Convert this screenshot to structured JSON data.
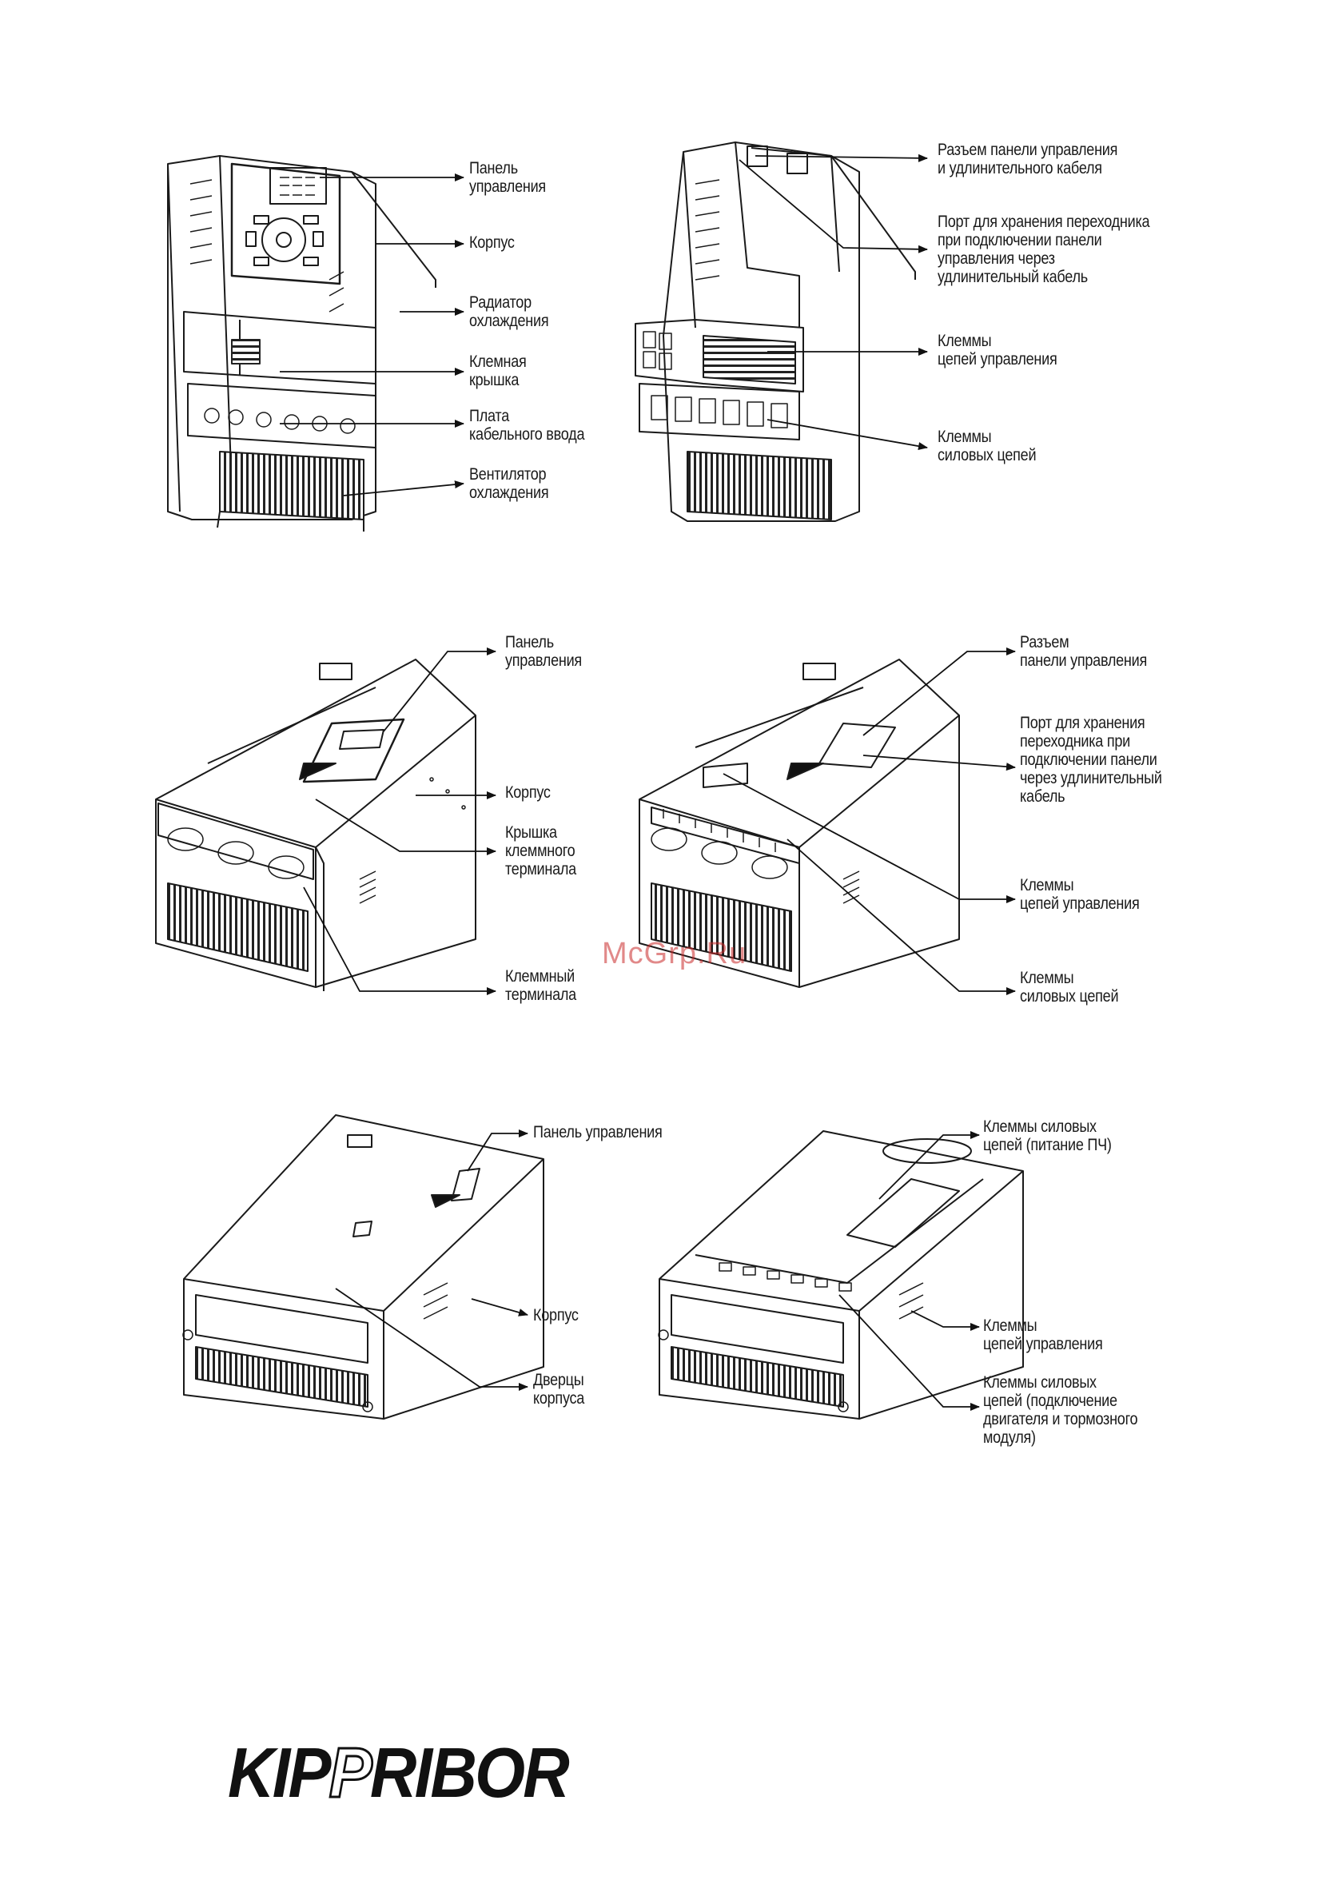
{
  "figures": [
    {
      "id": "fig1",
      "labels": [
        [
          "Панель",
          "управления"
        ],
        [
          "Корпус"
        ],
        [
          "Радиатор",
          "охлаждения"
        ],
        [
          "Клемная",
          "крышка"
        ],
        [
          "Плата",
          "кабельного ввода"
        ],
        [
          "Вентилятор",
          "охлаждения"
        ]
      ]
    },
    {
      "id": "fig2",
      "labels": [
        [
          "Разъем панели управления",
          "и удлинительного кабеля"
        ],
        [
          "Порт для хранения переходника",
          "при подключении панели",
          "управления через",
          "удлинительный кабель"
        ],
        [
          "Клеммы",
          "цепей управления"
        ],
        [
          "Клеммы",
          "силовых цепей"
        ]
      ]
    },
    {
      "id": "fig3",
      "labels": [
        [
          "Панель",
          "управления"
        ],
        [
          "Корпус"
        ],
        [
          "Крышка",
          "клеммного",
          "терминала"
        ],
        [
          "Клеммный",
          "терминала"
        ]
      ]
    },
    {
      "id": "fig4",
      "labels": [
        [
          "Разъем",
          "панели управления"
        ],
        [
          "Порт для хранения",
          "переходника при",
          "подключении панели",
          "через удлинительный",
          "кабель"
        ],
        [
          "Клеммы",
          "цепей управления"
        ],
        [
          "Клеммы",
          "силовых цепей"
        ]
      ]
    },
    {
      "id": "fig5",
      "labels": [
        [
          "Панель управления"
        ],
        [
          "Корпус"
        ],
        [
          "Дверцы",
          "корпуса"
        ]
      ]
    },
    {
      "id": "fig6",
      "labels": [
        [
          "Клеммы силовых",
          "цепей (питание ПЧ)"
        ],
        [
          "Клеммы",
          "цепей управления"
        ],
        [
          "Клеммы силовых",
          "цепей (подключение",
          "двигателя и тормозного",
          "модуля)"
        ]
      ]
    }
  ],
  "watermark": "McGrp.Ru",
  "brand": {
    "logo_text_a": "KIP",
    "logo_text_b": "P",
    "logo_text_c": "RIBOR"
  }
}
